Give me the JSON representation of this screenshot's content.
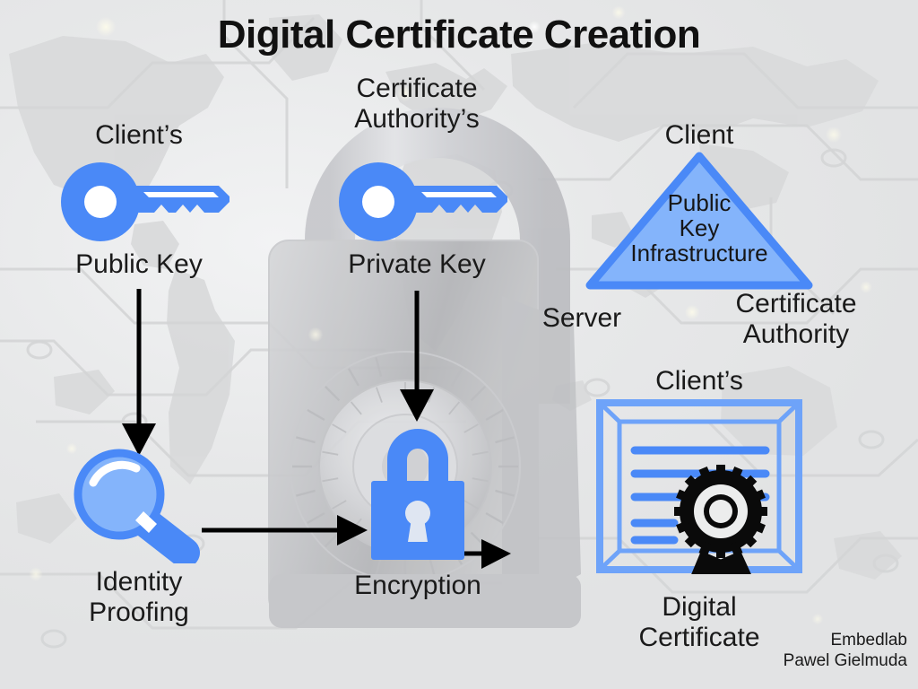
{
  "slide": {
    "title": "Digital Certificate Creation",
    "background": "#e9eaeb",
    "accent_blue": "#4a89f7",
    "accent_blue_light": "#84b4fb",
    "text_color": "#1a1a1a"
  },
  "labels": {
    "client_possessive_left": "Client’s",
    "public_key": "Public Key",
    "ca_possessive": "Certificate\nAuthority’s",
    "private_key": "Private Key",
    "client": "Client",
    "pki": "Public\nKey\nInfrastructure",
    "server": "Server",
    "certificate_authority": "Certificate\nAuthority",
    "client_possessive_right": "Client’s",
    "identity_proofing": "Identity\nProofing",
    "encryption": "Encryption",
    "digital_certificate": "Digital\nCertificate"
  },
  "credit": {
    "line1": "Embedlab",
    "line2": "Pawel Gielmuda"
  },
  "icons": {
    "client_public_key": "key-icon",
    "ca_private_key": "key-icon",
    "pki_triangle": "triangle-icon",
    "identity_proofing": "magnifier-icon",
    "encryption": "padlock-icon",
    "digital_certificate": "certificate-icon",
    "seal": "rosette-seal-icon",
    "background_lock": "combination-padlock-watermark",
    "background_map": "world-map-watermark"
  },
  "arrows": [
    {
      "name": "arrow-public-key-to-identity-proofing",
      "direction": "down"
    },
    {
      "name": "arrow-private-key-to-encryption",
      "direction": "down"
    },
    {
      "name": "arrow-identity-proofing-to-encryption",
      "direction": "right"
    },
    {
      "name": "arrow-encryption-to-certificate",
      "direction": "right"
    }
  ]
}
